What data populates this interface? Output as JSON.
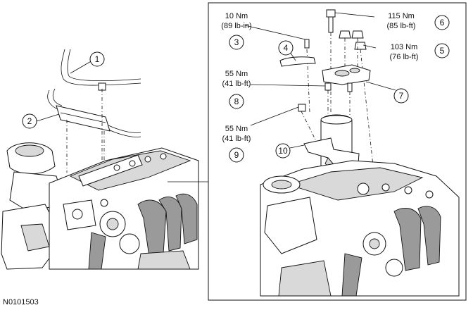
{
  "figure_id": "N0101503",
  "callouts": [
    {
      "number": "1",
      "torque_nm": "",
      "torque_imperial": ""
    },
    {
      "number": "2",
      "torque_nm": "",
      "torque_imperial": ""
    },
    {
      "number": "3",
      "torque_nm": "10 Nm",
      "torque_imperial": "(89 lb-in)"
    },
    {
      "number": "4",
      "torque_nm": "",
      "torque_imperial": ""
    },
    {
      "number": "5",
      "torque_nm": "103 Nm",
      "torque_imperial": "(76 lb-ft)"
    },
    {
      "number": "6",
      "torque_nm": "115 Nm",
      "torque_imperial": "(85 lb-ft)"
    },
    {
      "number": "7",
      "torque_nm": "",
      "torque_imperial": ""
    },
    {
      "number": "8",
      "torque_nm": "55 Nm",
      "torque_imperial": "(41 lb-ft)"
    },
    {
      "number": "9",
      "torque_nm": "55 Nm",
      "torque_imperial": "(41 lb-ft)"
    },
    {
      "number": "10",
      "torque_nm": "",
      "torque_imperial": ""
    }
  ]
}
